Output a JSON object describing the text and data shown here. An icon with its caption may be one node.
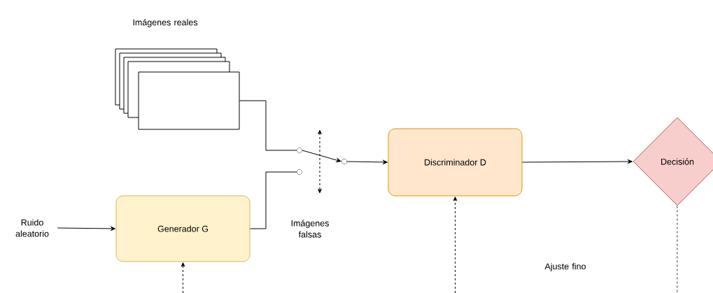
{
  "diagram": {
    "nodes": [
      {
        "text": [
          "Imágenes reales"
        ]
      },
      {
        "text": [
          "Ruido aleatorio"
        ]
      },
      {
        "text": [
          "Generador G"
        ]
      },
      {
        "text": [],
        "shape": "circle"
      },
      {
        "text": [],
        "shape": "circle"
      },
      {
        "text": [],
        "shape": "circle"
      },
      {
        "text": [
          "Discriminador D"
        ]
      },
      {
        "text": [
          "Decisión"
        ]
      }
    ],
    "edges": [
      {
        "from": 0,
        "to": 3,
        "arrow": "none"
      },
      {
        "from": 2,
        "to": 4,
        "arrow": "none"
      },
      {
        "from": 3,
        "to": 5,
        "arrow": "to"
      },
      {
        "from": 5,
        "to": 6,
        "arrow": "to"
      },
      {
        "from": 6,
        "to": 7,
        "arrow": "to"
      },
      {
        "from": 1,
        "to": 2,
        "arrow": "to"
      },
      {
        "from": null,
        "to": 2,
        "arrow": "to",
        "style": "dashed"
      },
      {
        "from": null,
        "to": 6,
        "arrow": "to",
        "style": "dashed"
      },
      {
        "from": 7,
        "to": null,
        "arrow": "none",
        "style": "dashed"
      }
    ],
    "labels": [
      "Imágenes falsas",
      "Ajuste fino"
    ]
  }
}
